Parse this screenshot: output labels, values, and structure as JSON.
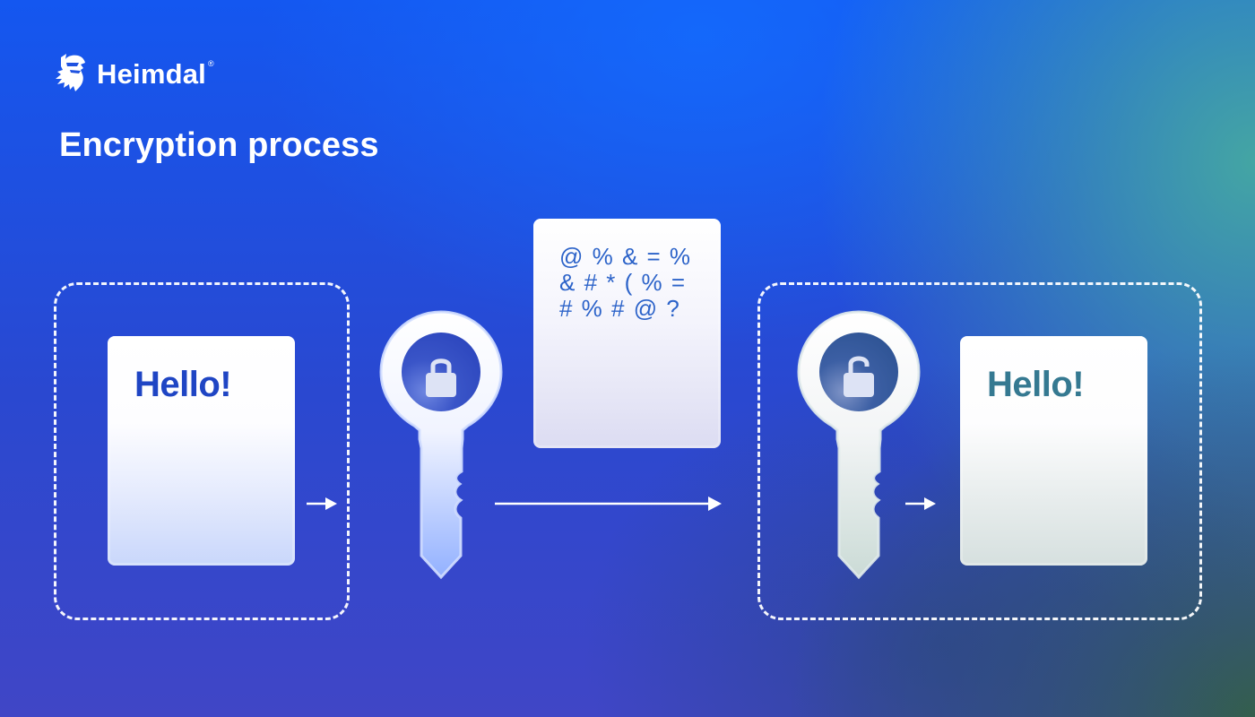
{
  "brand": {
    "logo_icon": "viking-head-icon",
    "name": "Heimdal",
    "registered_mark": "®"
  },
  "title": "Encryption process",
  "colors": {
    "bg_blue": "#1457f0",
    "bg_purple": "#4046c6",
    "bg_teal": "#46aaa0",
    "bg_dark_green": "#34604a",
    "plaintext_blue": "#1f45c4",
    "plaintext_teal": "#357991",
    "cipher_text": "#2c63c9"
  },
  "diagram": {
    "input_document": {
      "text": "Hello!",
      "icon": "document-icon"
    },
    "encrypt_key": {
      "icon": "key-icon",
      "lock": "lock-closed-icon"
    },
    "ciphertext": {
      "icon": "document-icon",
      "lines": [
        "@ % & = %",
        "& # * ( % =",
        "# % # @ ?"
      ]
    },
    "decrypt_key": {
      "icon": "key-icon",
      "lock": "lock-open-icon"
    },
    "output_document": {
      "text": "Hello!",
      "icon": "document-icon"
    },
    "arrows": [
      "arrow-right-icon",
      "arrow-right-icon",
      "arrow-right-icon"
    ]
  }
}
